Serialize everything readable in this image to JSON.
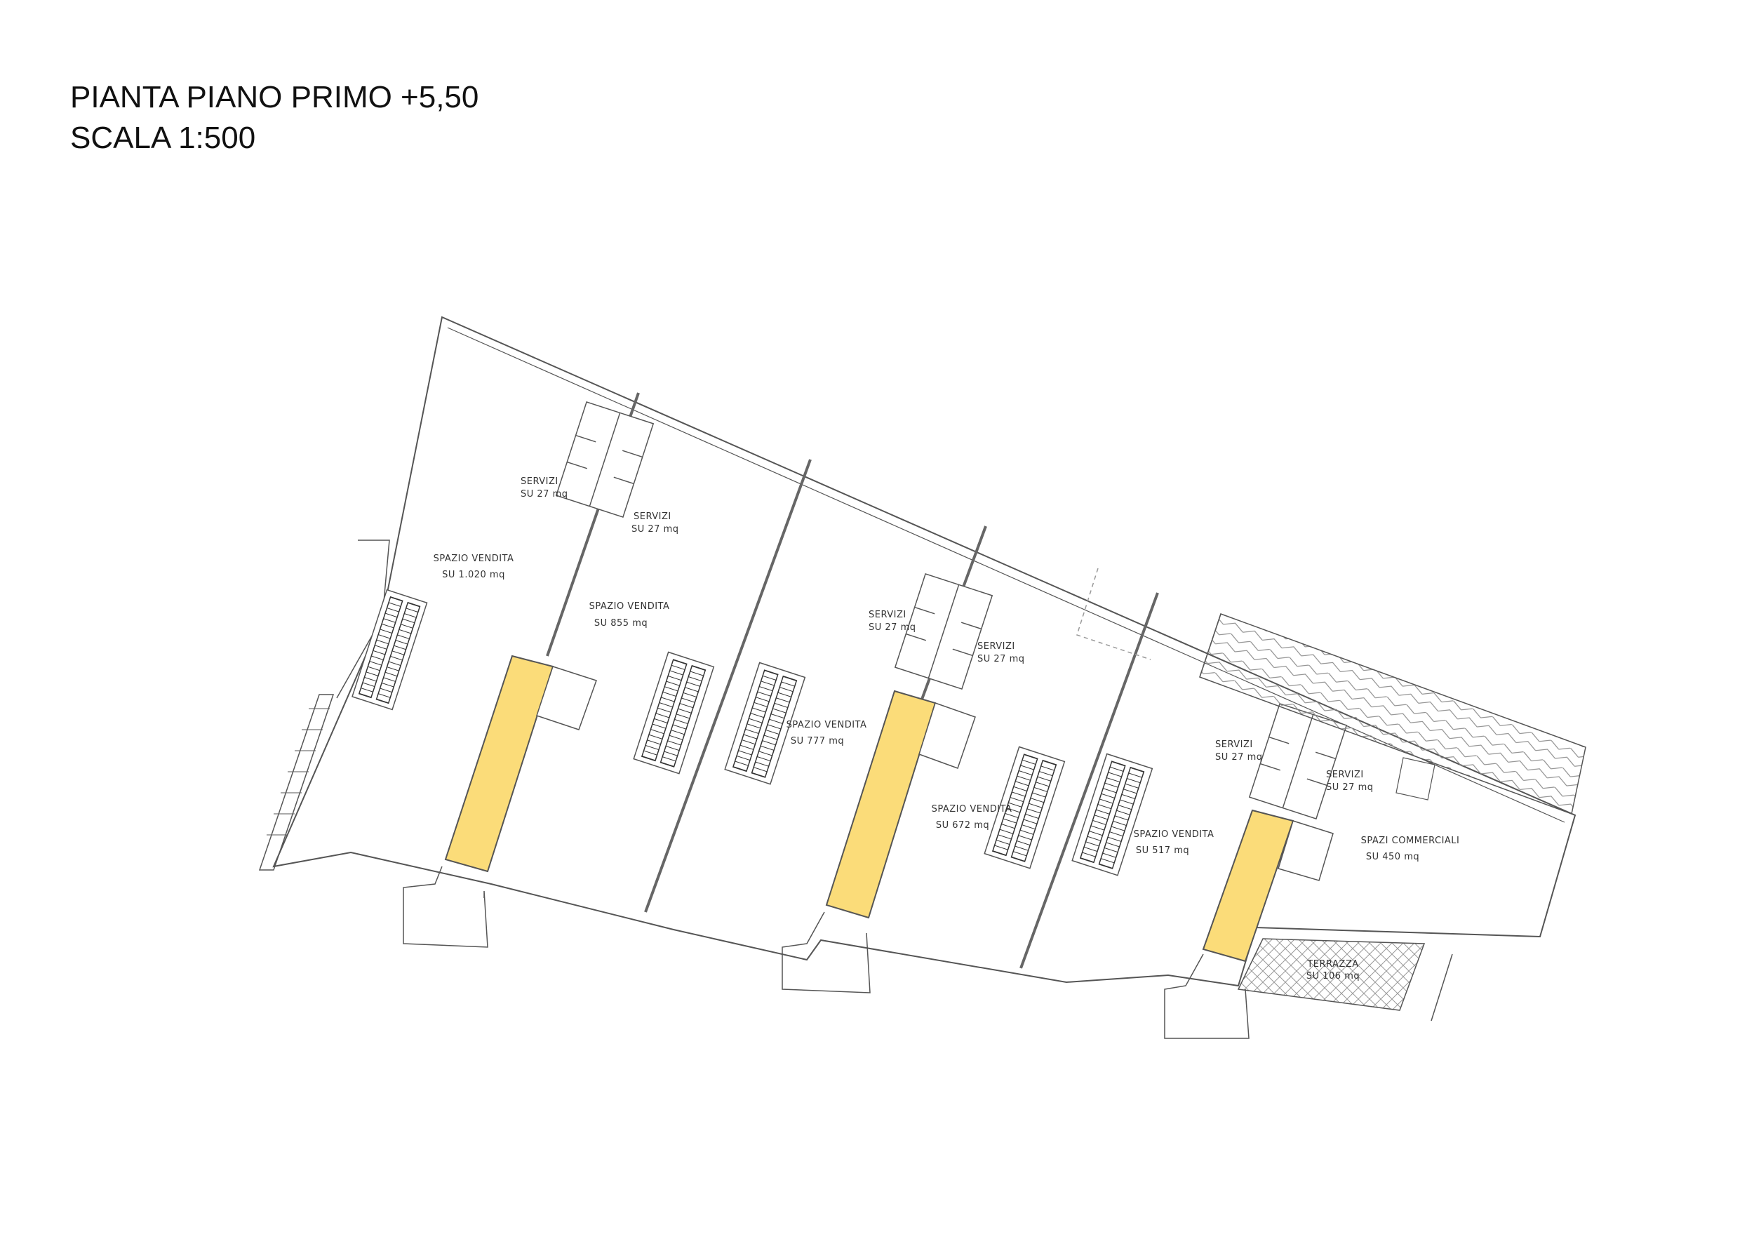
{
  "drawing": {
    "title": "PIANTA PIANO PRIMO +5,50",
    "scale": "SCALA 1:500"
  },
  "colors": {
    "line": "#555555",
    "light_line": "#8a8a8a",
    "atrium_fill": "#fbdc79",
    "background": "#ffffff"
  },
  "rooms": {
    "spazio_vendita_1": {
      "name": "SPAZIO VENDITA",
      "area": "SU 1.020 mq"
    },
    "spazio_vendita_2": {
      "name": "SPAZIO VENDITA",
      "area": "SU 855 mq"
    },
    "spazio_vendita_3": {
      "name": "SPAZIO VENDITA",
      "area": "SU 777 mq"
    },
    "spazio_vendita_4": {
      "name": "SPAZIO VENDITA",
      "area": "SU 672 mq"
    },
    "spazio_vendita_5": {
      "name": "SPAZIO VENDITA",
      "area": "SU 517 mq"
    },
    "spazi_commerciali": {
      "name": "SPAZI COMMERCIALI",
      "area": "SU 450 mq"
    },
    "terrazza": {
      "name": "TERRAZZA",
      "area": "SU 106 mq"
    },
    "servizi_1a": {
      "name": "SERVIZI",
      "area": "SU 27 mq"
    },
    "servizi_1b": {
      "name": "SERVIZI",
      "area": "SU 27 mq"
    },
    "servizi_2a": {
      "name": "SERVIZI",
      "area": "SU 27 mq"
    },
    "servizi_2b": {
      "name": "SERVIZI",
      "area": "SU 27 mq"
    },
    "servizi_3a": {
      "name": "SERVIZI",
      "area": "SU 27 mq"
    },
    "servizi_3b": {
      "name": "SERVIZI",
      "area": "SU 27 mq"
    }
  }
}
